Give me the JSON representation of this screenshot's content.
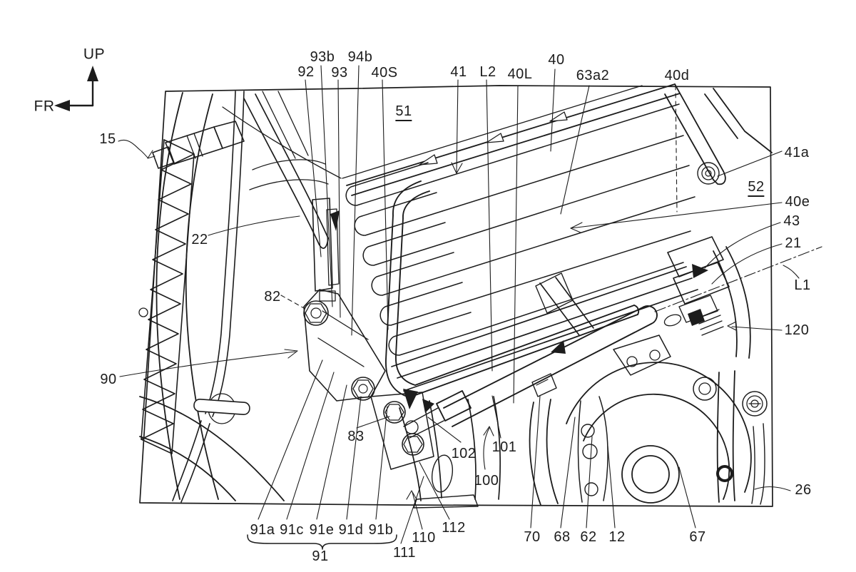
{
  "figure": {
    "kind": "patent line drawing",
    "orientation": {
      "up": "UP",
      "front": "FR"
    },
    "underlined_refs": [
      "51",
      "52"
    ],
    "group_brace": {
      "members": [
        "91a",
        "91c",
        "91e",
        "91d",
        "91b"
      ],
      "parent": "91"
    }
  },
  "labels": [
    {
      "text": "UP"
    },
    {
      "text": "FR"
    },
    {
      "text": "15"
    },
    {
      "text": "92"
    },
    {
      "text": "93b"
    },
    {
      "text": "93"
    },
    {
      "text": "94b"
    },
    {
      "text": "40S"
    },
    {
      "text": "51"
    },
    {
      "text": "41"
    },
    {
      "text": "L2"
    },
    {
      "text": "40L"
    },
    {
      "text": "40"
    },
    {
      "text": "63a2"
    },
    {
      "text": "40d"
    },
    {
      "text": "41a"
    },
    {
      "text": "52"
    },
    {
      "text": "40e"
    },
    {
      "text": "43"
    },
    {
      "text": "21"
    },
    {
      "text": "L1"
    },
    {
      "text": "120"
    },
    {
      "text": "26"
    },
    {
      "text": "22"
    },
    {
      "text": "82"
    },
    {
      "text": "90"
    },
    {
      "text": "83"
    },
    {
      "text": "102"
    },
    {
      "text": "101"
    },
    {
      "text": "100"
    },
    {
      "text": "91a"
    },
    {
      "text": "91c"
    },
    {
      "text": "91e"
    },
    {
      "text": "91d"
    },
    {
      "text": "91b"
    },
    {
      "text": "91"
    },
    {
      "text": "111"
    },
    {
      "text": "110"
    },
    {
      "text": "112"
    },
    {
      "text": "70"
    },
    {
      "text": "68"
    },
    {
      "text": "62"
    },
    {
      "text": "12"
    },
    {
      "text": "67"
    }
  ],
  "colors": {
    "ink": "#1c1c1c",
    "background": "#ffffff"
  }
}
